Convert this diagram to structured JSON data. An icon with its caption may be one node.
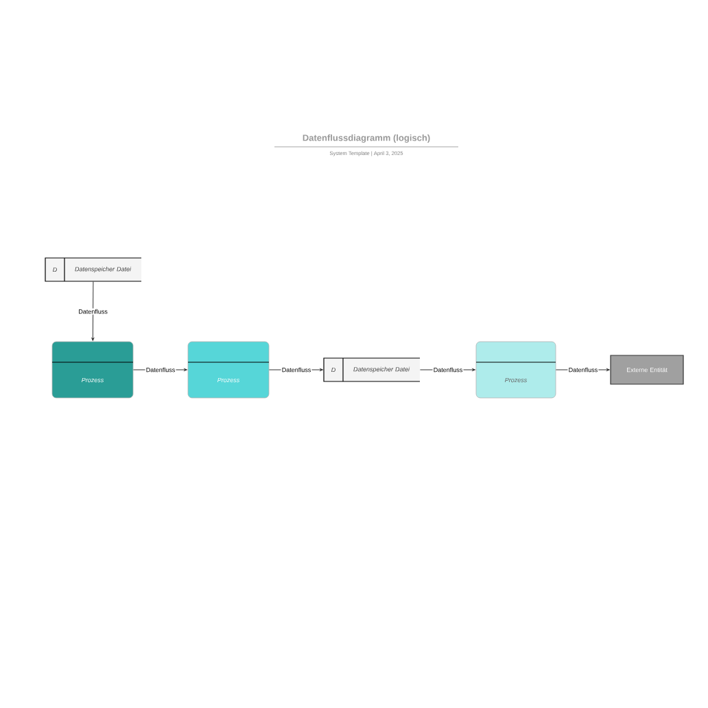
{
  "diagram": {
    "title": "Datenflussdiagramm (logisch)",
    "caption": "System Template | April 3, 2025",
    "nodes": [
      {
        "text": [
          "D",
          "Datenspeicher Datei"
        ]
      },
      {
        "text": [
          "Prozess"
        ]
      },
      {
        "text": [
          "Prozess"
        ]
      },
      {
        "text": [
          "D",
          "Datenspeicher Datei"
        ]
      },
      {
        "text": [
          "Prozess"
        ]
      },
      {
        "text": [
          "Externe Entität"
        ]
      }
    ],
    "edges": [
      {
        "from": 0,
        "to": 1,
        "arrow": "to",
        "label": "Datenfluss"
      },
      {
        "from": 1,
        "to": 2,
        "arrow": "to",
        "label": "Datenfluss"
      },
      {
        "from": 2,
        "to": 3,
        "arrow": "to",
        "label": "Datenfluss"
      },
      {
        "from": 3,
        "to": 4,
        "arrow": "to",
        "label": "Datenfluss"
      },
      {
        "from": 4,
        "to": 5,
        "arrow": "to",
        "label": "Datenfluss"
      }
    ]
  }
}
